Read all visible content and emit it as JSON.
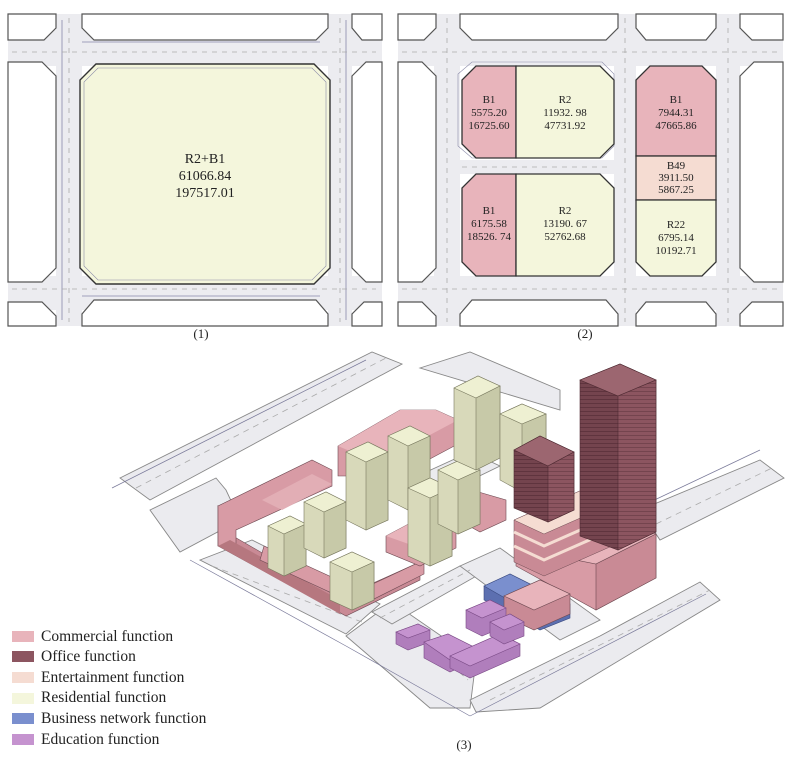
{
  "colors": {
    "commercial": "#e8b4bb",
    "office": "#8c5560",
    "entertainment": "#f5dcd2",
    "residential": "#f4f6dc",
    "business": "#7a8fce",
    "education": "#c593cf",
    "road_line": "#888888",
    "road_fill": "#e9e9ee"
  },
  "panel1": {
    "caption": "(1)",
    "block": {
      "code": "R2+B1",
      "area": "61066.84",
      "floor_area": "197517.01"
    }
  },
  "panel2": {
    "caption": "(2)",
    "plots": [
      {
        "code": "B1",
        "area": "5575.20",
        "floor_area": "16725.60",
        "use": "commercial"
      },
      {
        "code": "R2",
        "area": "11932. 98",
        "floor_area": "47731.92",
        "use": "residential"
      },
      {
        "code": "B1",
        "area": "6175.58",
        "floor_area": "18526. 74",
        "use": "commercial"
      },
      {
        "code": "R2",
        "area": "13190. 67",
        "floor_area": "52762.68",
        "use": "residential"
      },
      {
        "code": "B1",
        "area": "7944.31",
        "floor_area": "47665.86",
        "use": "commercial"
      },
      {
        "code": "B49",
        "area": "3911.50",
        "floor_area": "5867.25",
        "use": "entertainment"
      },
      {
        "code": "R22",
        "area": "6795.14",
        "floor_area": "10192.71",
        "use": "residential"
      }
    ]
  },
  "panel3": {
    "caption": "(3)"
  },
  "legend": [
    {
      "label": "Commercial function",
      "color": "#e8b4bb"
    },
    {
      "label": "Office function",
      "color": "#8c5560"
    },
    {
      "label": "Entertainment function",
      "color": "#f5dcd2"
    },
    {
      "label": "Residential function",
      "color": "#f4f6dc"
    },
    {
      "label": "Business network function",
      "color": "#7a8fce"
    },
    {
      "label": "Education function",
      "color": "#c593cf"
    }
  ]
}
